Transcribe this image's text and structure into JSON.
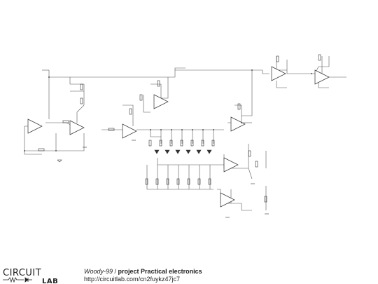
{
  "footer": {
    "logo_top": "CIRCUIT",
    "logo_bottom": "LAB",
    "author": "Woody-99",
    "separator": " / ",
    "title": "project Practical electronics",
    "url": "http://circuitlab.com/cn2fuykz47jc7"
  },
  "icons": {
    "logo": "circuitlab-logo-icon"
  },
  "colors": {
    "wire": "#555555",
    "component": "#333333",
    "background": "#ffffff"
  }
}
